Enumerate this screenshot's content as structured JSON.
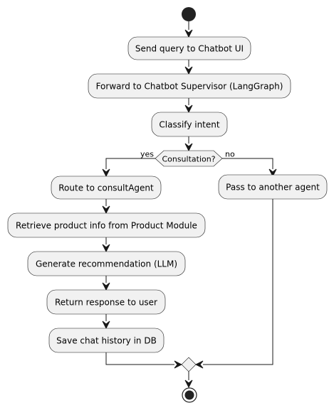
{
  "diagram": {
    "nodes": {
      "send_query": "Send query to Chatbot UI",
      "forward": "Forward to Chatbot Supervisor (LangGraph)",
      "classify": "Classify intent",
      "decision": "Consultation?",
      "route": "Route to consultAgent",
      "retrieve": "Retrieve product info from Product Module",
      "generate": "Generate recommendation (LLM)",
      "return_resp": "Return response to user",
      "save": "Save chat history in DB",
      "pass": "Pass to another agent"
    },
    "branch_labels": {
      "yes": "yes",
      "no": "no"
    },
    "colors": {
      "node_fill": "#f1f1f1",
      "stroke": "#181818",
      "start_end": "#222222"
    }
  }
}
